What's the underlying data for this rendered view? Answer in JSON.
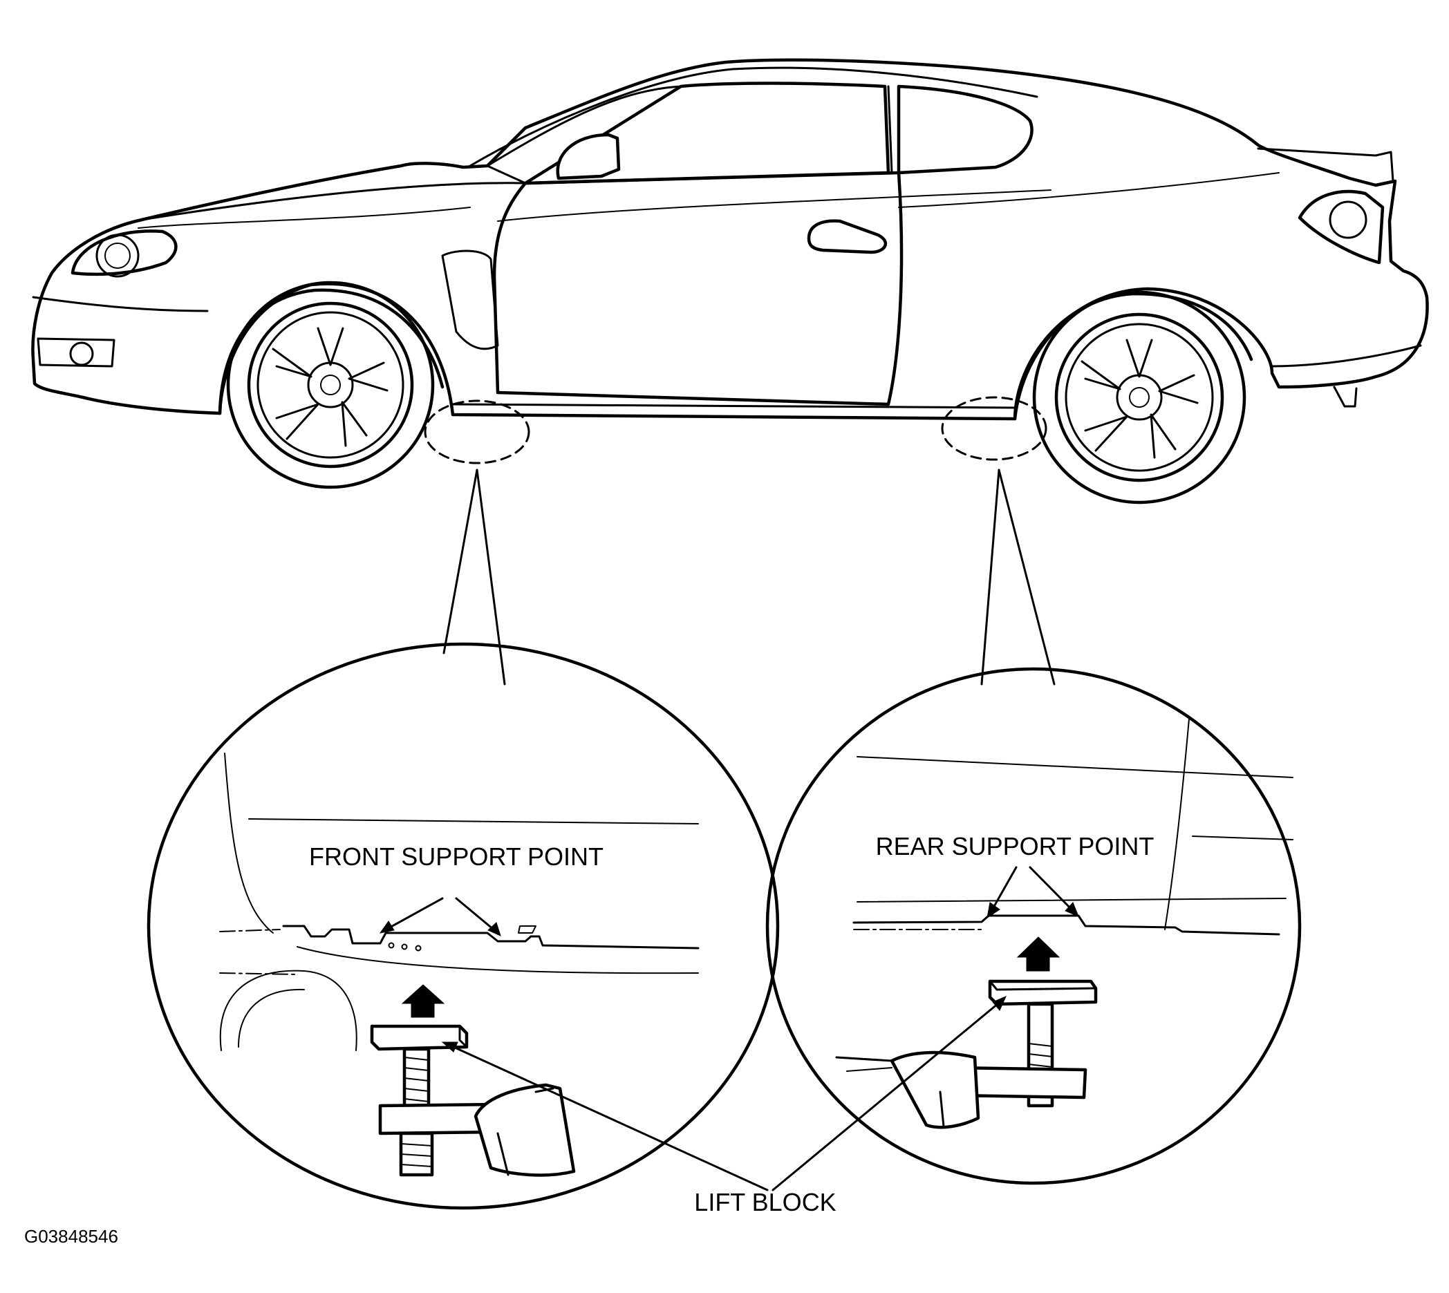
{
  "labels": {
    "front_support_point": "FRONT SUPPORT POINT",
    "rear_support_point": "REAR SUPPORT POINT",
    "lift_block": "LIFT BLOCK",
    "figure_id": "G03848546"
  }
}
